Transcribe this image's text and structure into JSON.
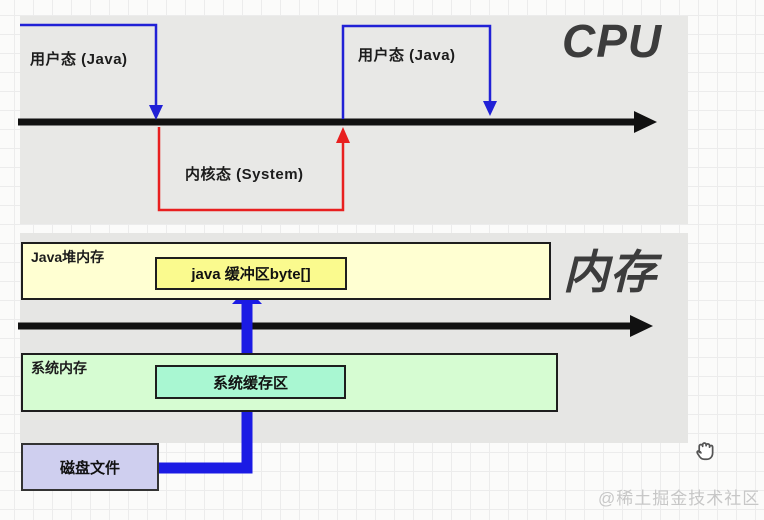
{
  "cpu": {
    "title": "CPU",
    "user_mode_left_label": "用户态 (Java)",
    "user_mode_right_label": "用户态 (Java)",
    "kernel_mode_label": "内核态 (System)"
  },
  "memory": {
    "title": "内存",
    "java_heap_label": "Java堆内存",
    "java_buffer_label": "java 缓冲区byte[]",
    "system_memory_label": "系统内存",
    "system_cache_label": "系统缓存区",
    "disk_file_label": "磁盘文件"
  },
  "watermark": "@稀土掘金技术社区",
  "colors": {
    "panel_gray": "#e8e8e6",
    "timeline_black": "#111111",
    "transition_blue": "#2121d6",
    "kernel_red": "#e81f1f",
    "data_flow_blue": "#1b1be4",
    "java_heap_fill": "#ffffd2",
    "java_buffer_fill": "#fafa8e",
    "system_memory_fill": "#d6fcd2",
    "system_cache_fill": "#a9f7d2",
    "disk_file_fill": "#cfcfef",
    "watermark_gray": "#c7c7c7"
  }
}
